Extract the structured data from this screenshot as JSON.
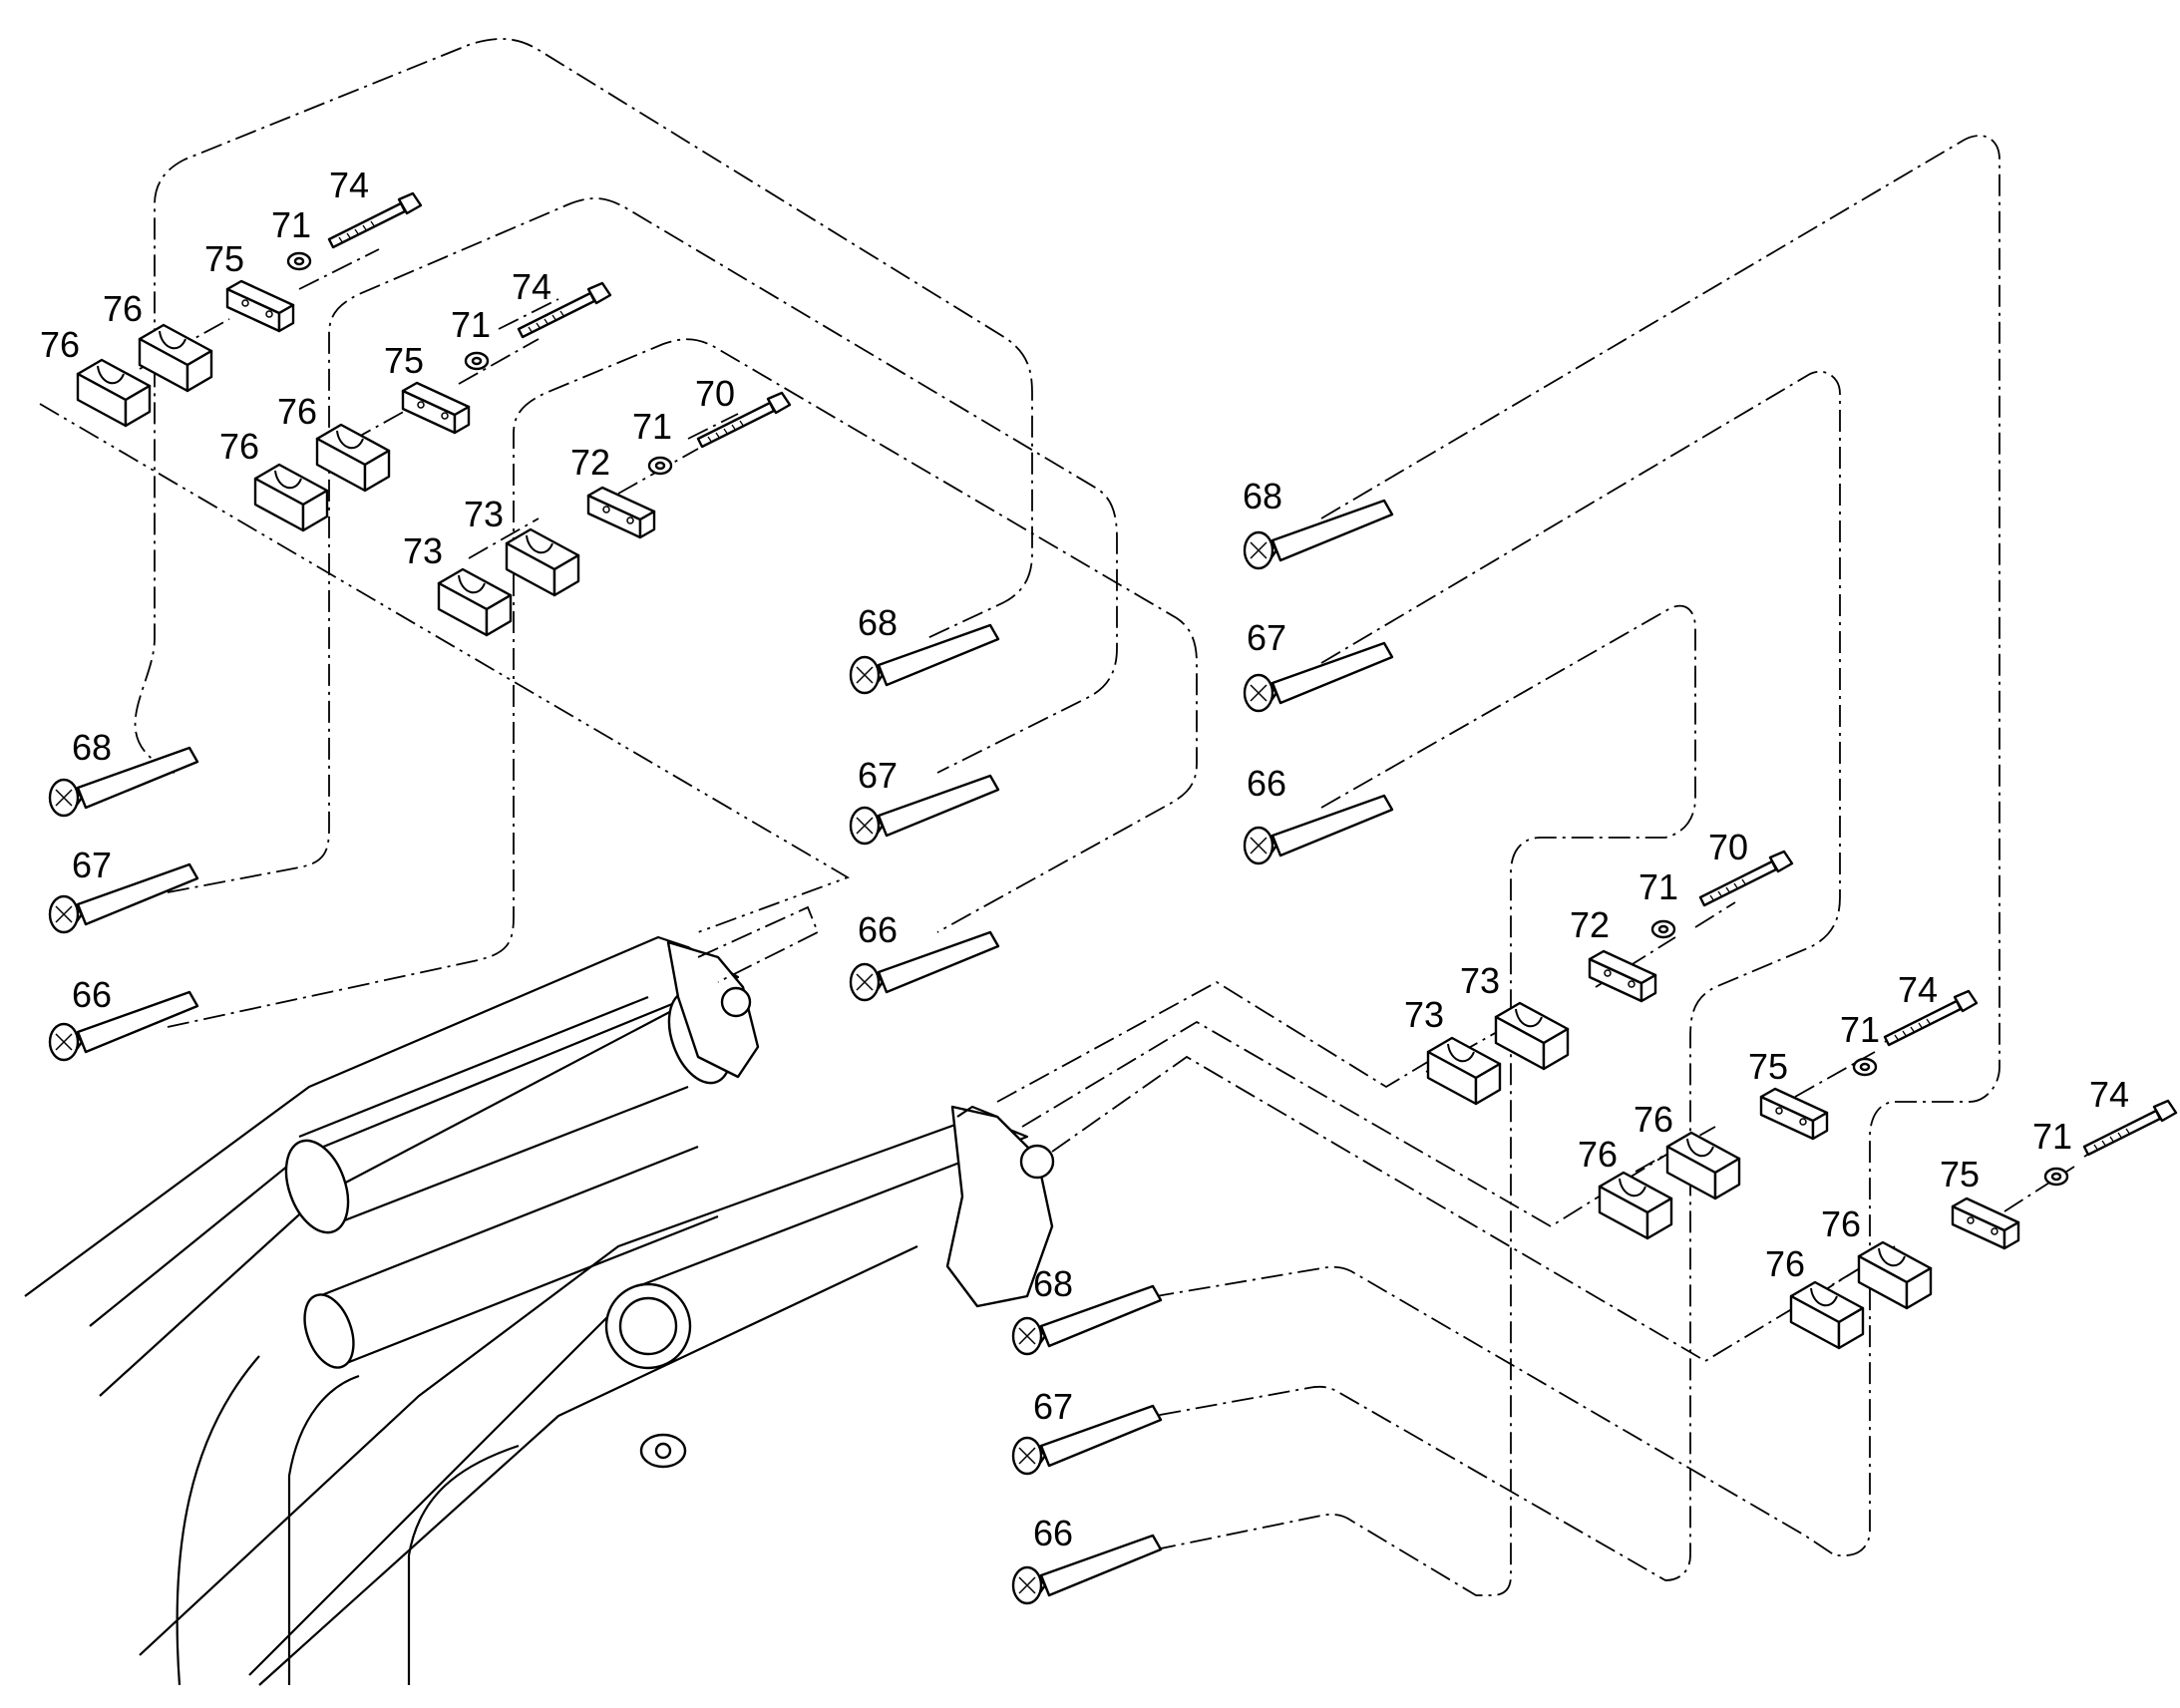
{
  "labels": {
    "a_74": "74",
    "a_71": "71",
    "a_75": "75",
    "a_76a": "76",
    "a_76b": "76",
    "b_74": "74",
    "b_71": "71",
    "b_75": "75",
    "b_76a": "76",
    "b_76b": "76",
    "c_70": "70",
    "c_71": "71",
    "c_72": "72",
    "c_73a": "73",
    "c_73b": "73",
    "l_68": "68",
    "l_67": "67",
    "l_66": "66",
    "m_68": "68",
    "m_67": "67",
    "m_66": "66",
    "r_68": "68",
    "r_67": "67",
    "r_66": "66",
    "d_70": "70",
    "d_71": "71",
    "d_72": "72",
    "d_73a": "73",
    "d_73b": "73",
    "e_74": "74",
    "e_71": "71",
    "e_75": "75",
    "e_76a": "76",
    "e_76b": "76",
    "f_74": "74",
    "f_71": "71",
    "f_75": "75",
    "f_76a": "76",
    "f_76b": "76",
    "g_68": "68",
    "g_67": "67",
    "g_66": "66"
  }
}
